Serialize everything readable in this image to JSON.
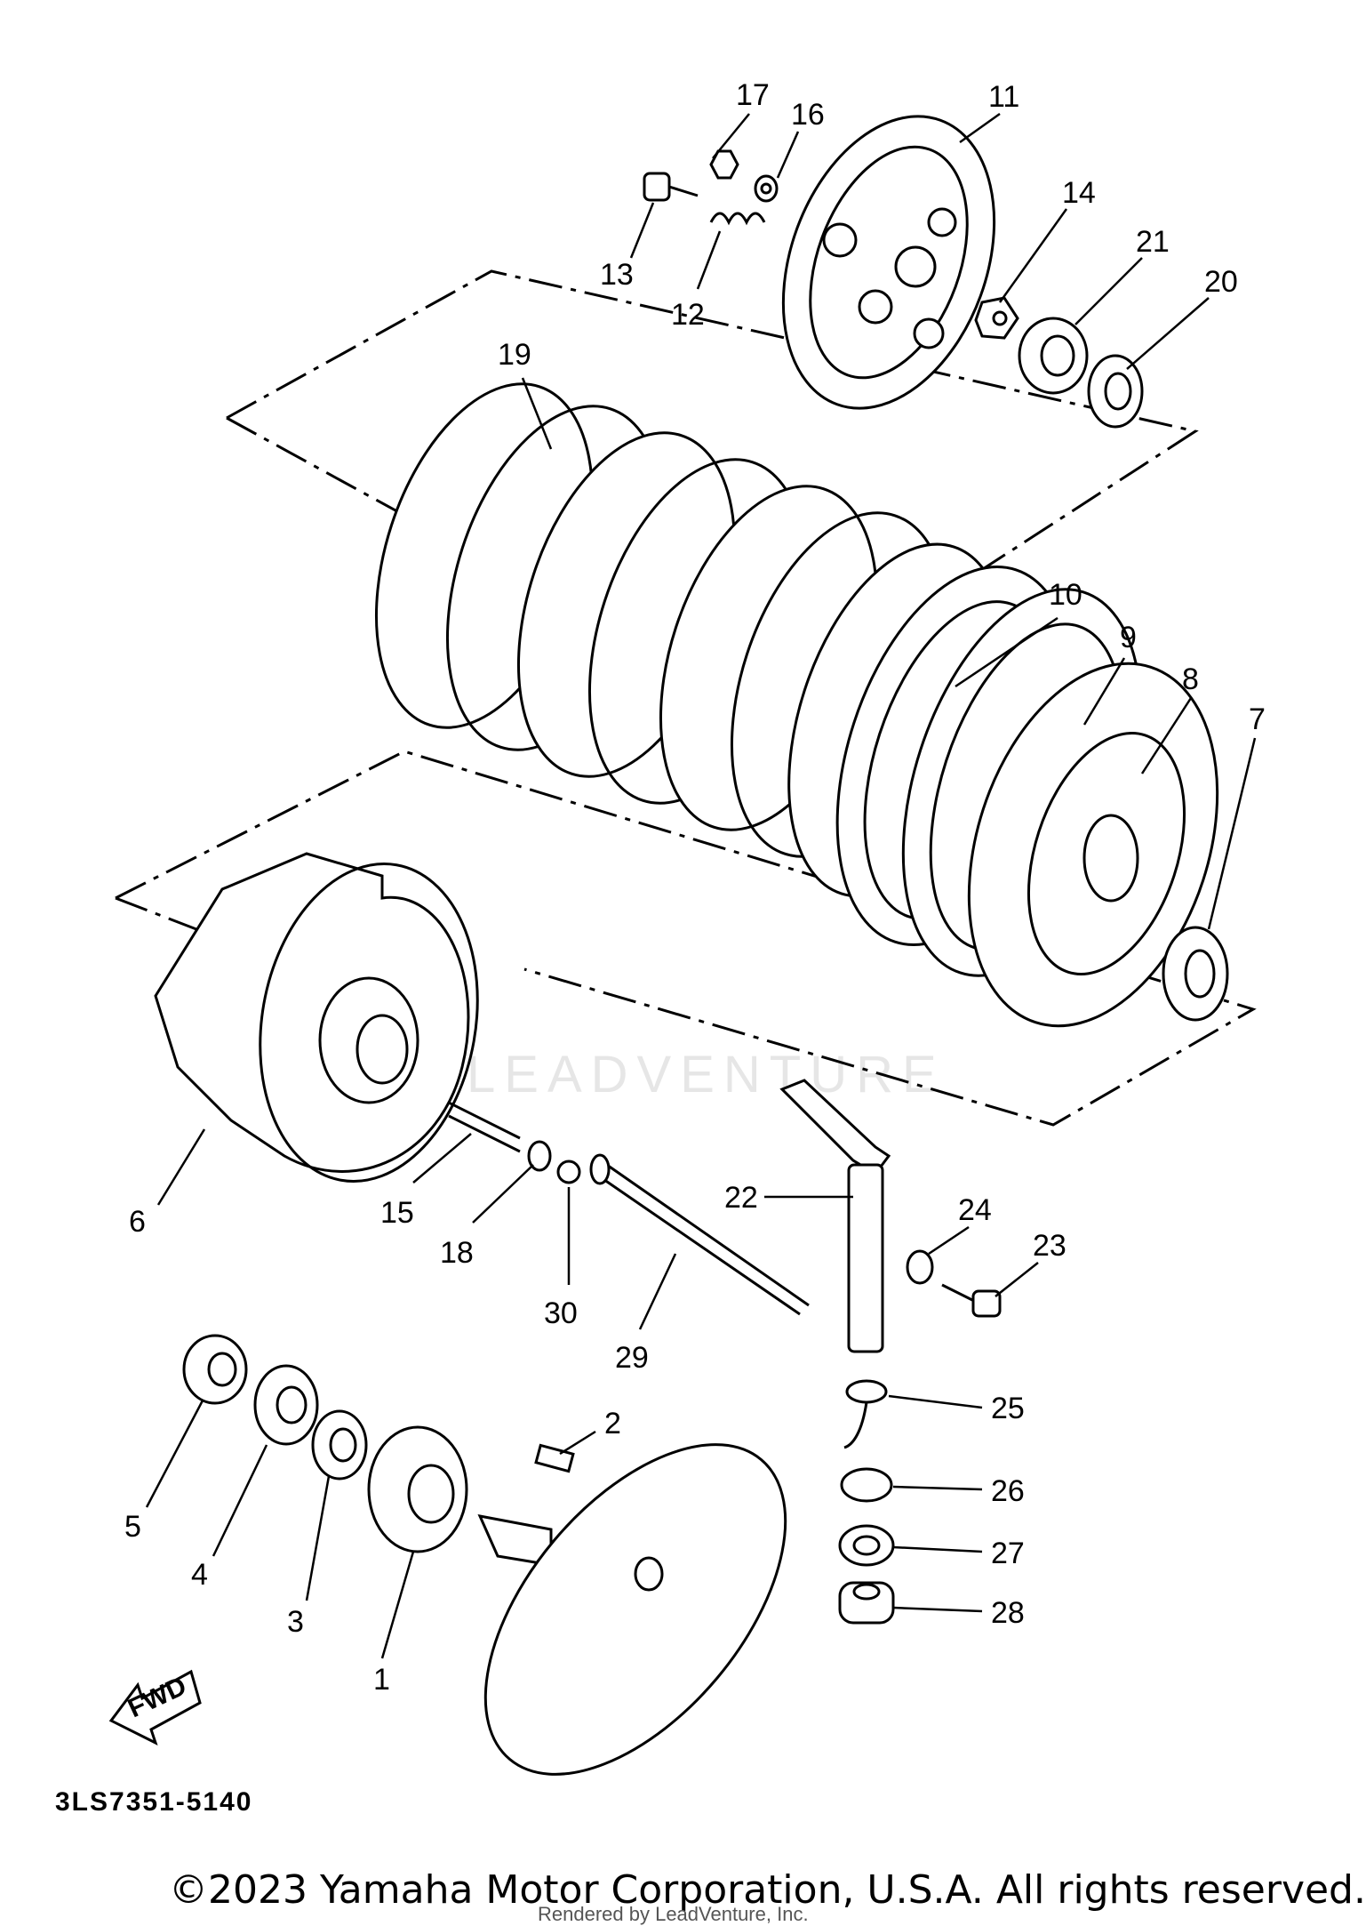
{
  "diagram": {
    "drawing_code": "3LS7351-5140",
    "fwd_label": "FWD",
    "watermark": "LEADVENTURE",
    "callouts": [
      {
        "id": "1",
        "label": "1"
      },
      {
        "id": "2",
        "label": "2"
      },
      {
        "id": "3",
        "label": "3"
      },
      {
        "id": "4",
        "label": "4"
      },
      {
        "id": "5",
        "label": "5"
      },
      {
        "id": "6",
        "label": "6"
      },
      {
        "id": "7",
        "label": "7"
      },
      {
        "id": "8",
        "label": "8"
      },
      {
        "id": "9",
        "label": "9"
      },
      {
        "id": "10",
        "label": "10"
      },
      {
        "id": "11",
        "label": "11"
      },
      {
        "id": "12",
        "label": "12"
      },
      {
        "id": "13",
        "label": "13"
      },
      {
        "id": "14",
        "label": "14"
      },
      {
        "id": "15",
        "label": "15"
      },
      {
        "id": "16",
        "label": "16"
      },
      {
        "id": "17",
        "label": "17"
      },
      {
        "id": "18",
        "label": "18"
      },
      {
        "id": "19",
        "label": "19"
      },
      {
        "id": "20",
        "label": "20"
      },
      {
        "id": "21",
        "label": "21"
      },
      {
        "id": "22",
        "label": "22"
      },
      {
        "id": "23",
        "label": "23"
      },
      {
        "id": "24",
        "label": "24"
      },
      {
        "id": "25",
        "label": "25"
      },
      {
        "id": "26",
        "label": "26"
      },
      {
        "id": "27",
        "label": "27"
      },
      {
        "id": "28",
        "label": "28"
      },
      {
        "id": "29",
        "label": "29"
      },
      {
        "id": "30",
        "label": "30"
      }
    ]
  },
  "footer": {
    "copyright": "©2023 Yamaha Motor Corporation, U.S.A. All rights reserved.",
    "rendered_by": "Rendered by LeadVenture, Inc."
  }
}
